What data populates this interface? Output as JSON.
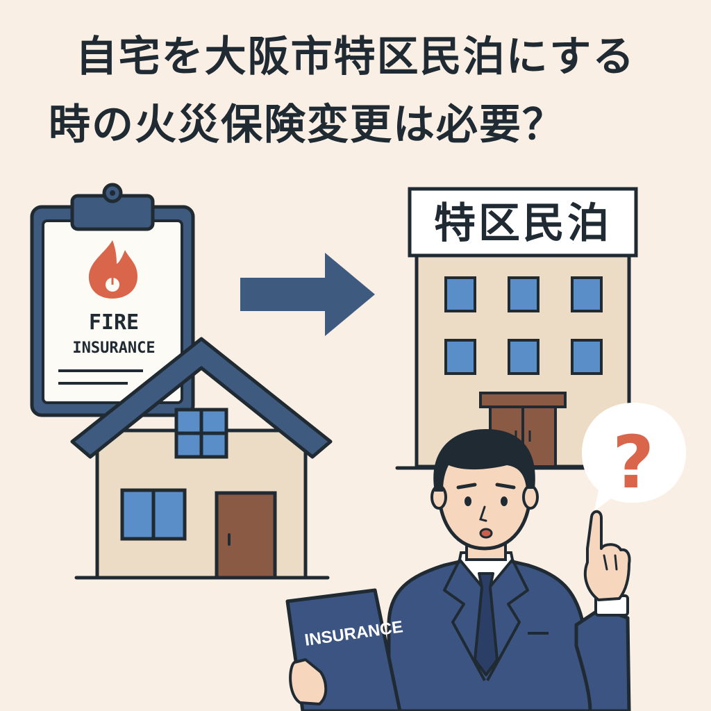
{
  "title": {
    "line1": "自宅を大阪市特区民泊にする",
    "line2": "時の火災保険変更は必要？"
  },
  "clipboard": {
    "line1": "FIRE",
    "line2": "INSURANCE"
  },
  "building": {
    "sign": "特区民泊"
  },
  "speech_bubble": {
    "symbol": "?"
  },
  "folder": {
    "label": "INSURANCE"
  },
  "colors": {
    "background": "#f9efe4",
    "outline": "#1f2a33",
    "navy": "#3e5a7e",
    "wall": "#ecdcc6",
    "window": "#5a8ec8",
    "door": "#8a5a44",
    "flame": "#d9664a",
    "suit": "#3b5482",
    "skin": "#f6d7bd"
  }
}
